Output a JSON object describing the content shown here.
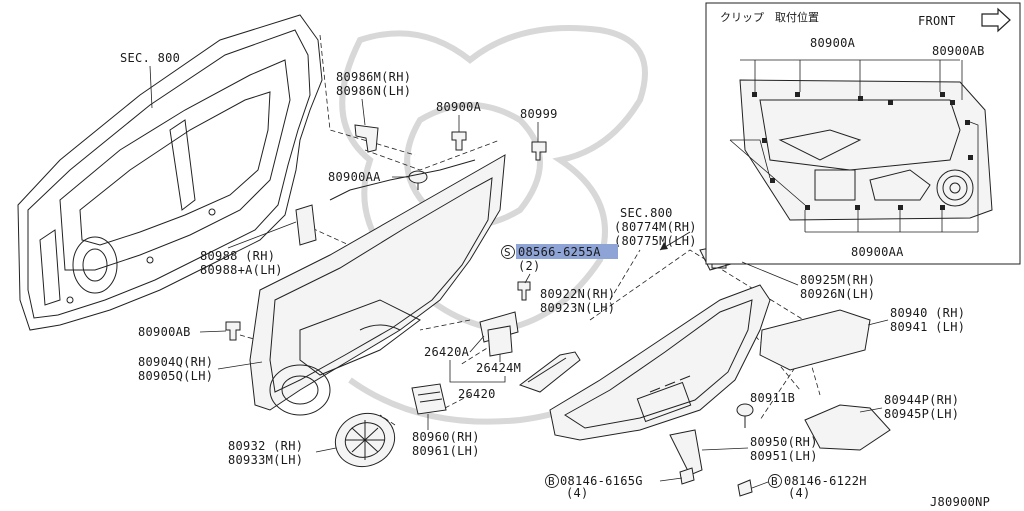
{
  "diagram_id": "J80900NP",
  "inset": {
    "title": "クリップ　取付位置",
    "front_label": "FRONT",
    "labels": [
      "80900A",
      "80900AB",
      "80900AA"
    ]
  },
  "sec_ref_left": "SEC. 800",
  "sec_ref_mid": "SEC.800",
  "parts": {
    "p80986": [
      "80986M(RH)",
      "80986N(LH)"
    ],
    "p80900a": "80900A",
    "p80999": "80999",
    "p80900aa": "80900AA",
    "p80988": [
      "80988  (RH)",
      "80988+A(LH)"
    ],
    "p80774": [
      "(80774M(RH)",
      "(80775M(LH)"
    ],
    "p08566": "08566-6255A",
    "p08566_qty": "(2)",
    "p80922": [
      "80922N(RH)",
      "80923N(LH)"
    ],
    "p80925": [
      "80925M(RH)",
      "80926N(LH)"
    ],
    "p80940": [
      "80940 (RH)",
      "80941 (LH)"
    ],
    "p80900ab": "80900AB",
    "p80904": [
      "80904Q(RH)",
      "80905Q(LH)"
    ],
    "p26420a": "26420A",
    "p26424m": "26424M",
    "p26420": "26420",
    "p80911b": "80911B",
    "p80944": [
      "80944P(RH)",
      "80945P(LH)"
    ],
    "p80932": [
      "80932  (RH)",
      "80933M(LH)"
    ],
    "p80960": [
      "80960(RH)",
      "80961(LH)"
    ],
    "p80950": [
      "80950(RH)",
      "80951(LH)"
    ],
    "p08146_g": "08146-6165G",
    "p08146_g_qty": "(4)",
    "p08146_h": "08146-6122H",
    "p08146_h_qty": "(4)",
    "bolt_symbol": "B",
    "screw_symbol": "S"
  },
  "colors": {
    "highlight": "#8ea4d6",
    "line": "#222222",
    "watermark": "#d8d8d8"
  }
}
